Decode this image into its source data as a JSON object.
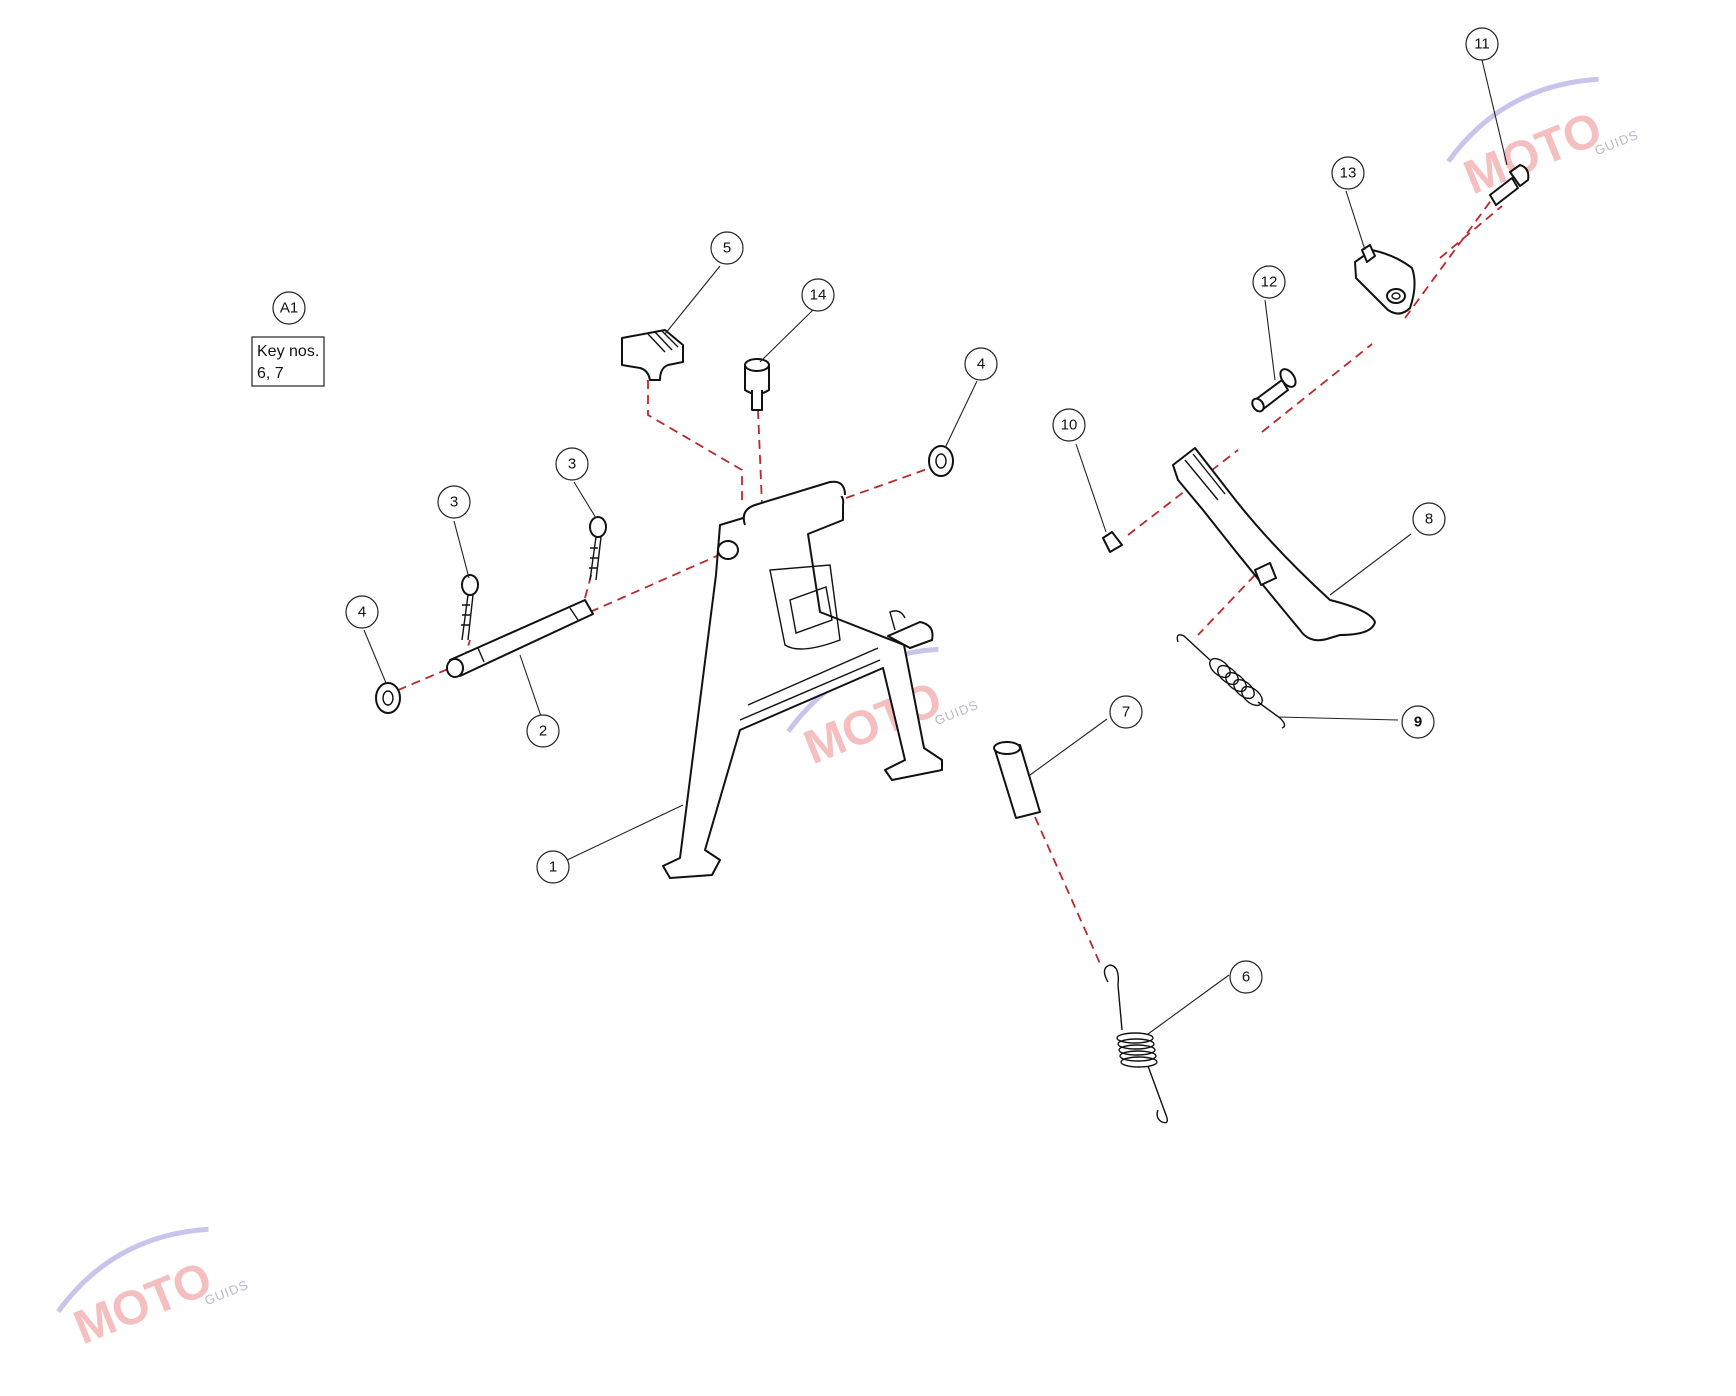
{
  "callouts": [
    {
      "label": "1"
    },
    {
      "label": "2"
    },
    {
      "label": "3"
    },
    {
      "label": "3"
    },
    {
      "label": "4"
    },
    {
      "label": "4"
    },
    {
      "label": "5"
    },
    {
      "label": "6"
    },
    {
      "label": "7"
    },
    {
      "label": "8"
    },
    {
      "label": "9"
    },
    {
      "label": "10"
    },
    {
      "label": "11"
    },
    {
      "label": "12"
    },
    {
      "label": "13"
    },
    {
      "label": "14"
    }
  ],
  "legend": {
    "tag": "A1",
    "line1": "Key nos.",
    "line2": "6, 7"
  },
  "watermark": {
    "mark": "MOTO",
    "sub": "GUIDS",
    "accent_color": "#f4b3b5",
    "swoosh_color": "#b9b6e6"
  },
  "colors": {
    "dash_line": "#b8282c",
    "ink": "#111111"
  }
}
